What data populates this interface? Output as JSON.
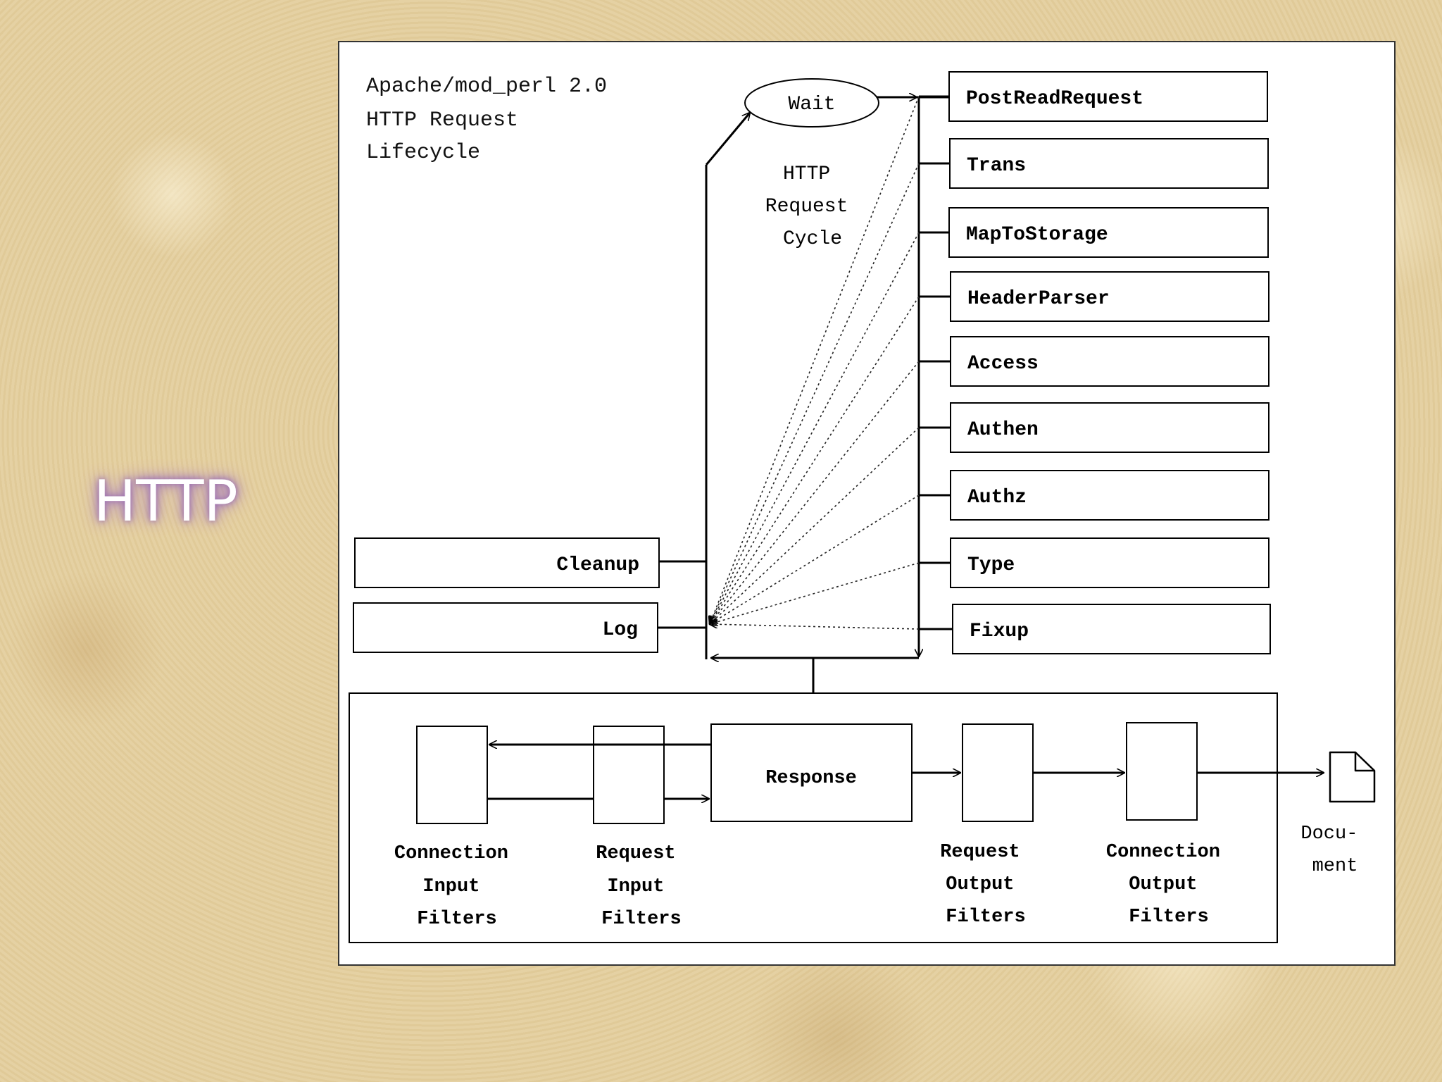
{
  "slide": {
    "side_title": "HTTP"
  },
  "diagram": {
    "title_lines": [
      "Apache/mod_perl 2.0",
      "HTTP Request",
      "Lifecycle"
    ],
    "wait_label": "Wait",
    "cycle_lines": [
      "HTTP",
      "Request",
      "Cycle"
    ],
    "phases": [
      "PostReadRequest",
      "Trans",
      "MapToStorage",
      "HeaderParser",
      "Access",
      "Authen",
      "Authz",
      "Type",
      "Fixup"
    ],
    "left_phases": [
      "Cleanup",
      "Log"
    ],
    "response_label": "Response",
    "filters": {
      "conn_input": [
        "Connection",
        "Input",
        "Filters"
      ],
      "req_input": [
        "Request",
        "Input",
        "Filters"
      ],
      "req_output": [
        "Request",
        "Output",
        "Filters"
      ],
      "conn_output": [
        "Connection",
        "Output",
        "Filters"
      ]
    },
    "document_lines": [
      "Docu-",
      "ment"
    ]
  }
}
